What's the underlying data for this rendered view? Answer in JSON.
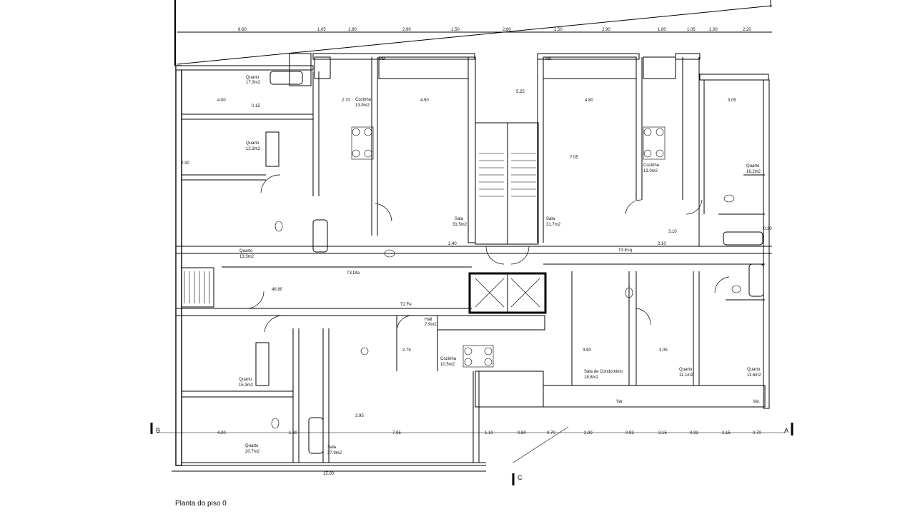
{
  "drawing": {
    "caption": "Planta do piso 0",
    "section_labels": {
      "a": "A",
      "b": "B",
      "c": "C"
    },
    "overall_dimension": "15.00"
  },
  "rooms": [
    {
      "id": "quarto-1",
      "name": "Quarto",
      "area": "17.3m2"
    },
    {
      "id": "quarto-2",
      "name": "Quarto",
      "area": "12.3m2"
    },
    {
      "id": "quarto-3",
      "name": "Quarto",
      "area": "13.3m2"
    },
    {
      "id": "quarto-4",
      "name": "Quarto",
      "area": "15.3m2"
    },
    {
      "id": "quarto-5",
      "name": "Quarto",
      "area": "20.7m2"
    },
    {
      "id": "quarto-6",
      "name": "Quarto",
      "area": "16.2m2"
    },
    {
      "id": "quarto-7",
      "name": "Quarto",
      "area": "11.1m2"
    },
    {
      "id": "quarto-8",
      "name": "Quarto",
      "area": "11.6m2"
    },
    {
      "id": "cozinha-1",
      "name": "Cozinha",
      "area": "13.9m2"
    },
    {
      "id": "cozinha-2",
      "name": "Cozinha",
      "area": "13.0m2"
    },
    {
      "id": "cozinha-3",
      "name": "Cozinha",
      "area": "10.5m2"
    },
    {
      "id": "sala-1",
      "name": "Sala",
      "area": "31.5m2"
    },
    {
      "id": "sala-2",
      "name": "Sala",
      "area": "31.7m2"
    },
    {
      "id": "sala-3",
      "name": "Sala",
      "area": "27.9m2"
    },
    {
      "id": "sala-condominio",
      "name": "Sala de Condominio",
      "area": "18.8m2"
    },
    {
      "id": "hall-1",
      "name": "Hall",
      "area": "7.9m2"
    },
    {
      "id": "t3-dta",
      "name": "T3 Dta",
      "area": ""
    },
    {
      "id": "t3-esq",
      "name": "T3 Esq",
      "area": ""
    },
    {
      "id": "t2-fe",
      "name": "T2 Fe",
      "area": ""
    },
    {
      "id": "var-1",
      "name": "Var.",
      "area": ""
    },
    {
      "id": "var-2",
      "name": "Var.",
      "area": ""
    },
    {
      "id": "var-3",
      "name": "Var.",
      "area": ""
    },
    {
      "id": "var-4",
      "name": "Var.",
      "area": ""
    },
    {
      "id": "entry",
      "name": "46.80",
      "area": ""
    }
  ],
  "top_dimensions": [
    "6.60",
    "1.05",
    "1.80",
    "2.90",
    "1.50",
    "2.80",
    "1.50",
    "2.90",
    "1.80",
    "1.05",
    "1.00",
    "2.20"
  ],
  "bottom_dimensions": [
    "4.00",
    "1.80",
    "7.05",
    "1.10",
    "0.80",
    "0.70",
    "2.90",
    "0.93",
    "2.15",
    "0.93",
    "2.15",
    "0.70"
  ],
  "misc_dimensions": [
    "0.30",
    "0.15",
    "4.00",
    "2.70",
    "4.50",
    "4.80",
    "3.05",
    "5.25",
    "7.05",
    "3.95",
    "3.90",
    "3.05",
    "3.10",
    "2.10",
    "2.40",
    "2.75",
    "0.30"
  ]
}
